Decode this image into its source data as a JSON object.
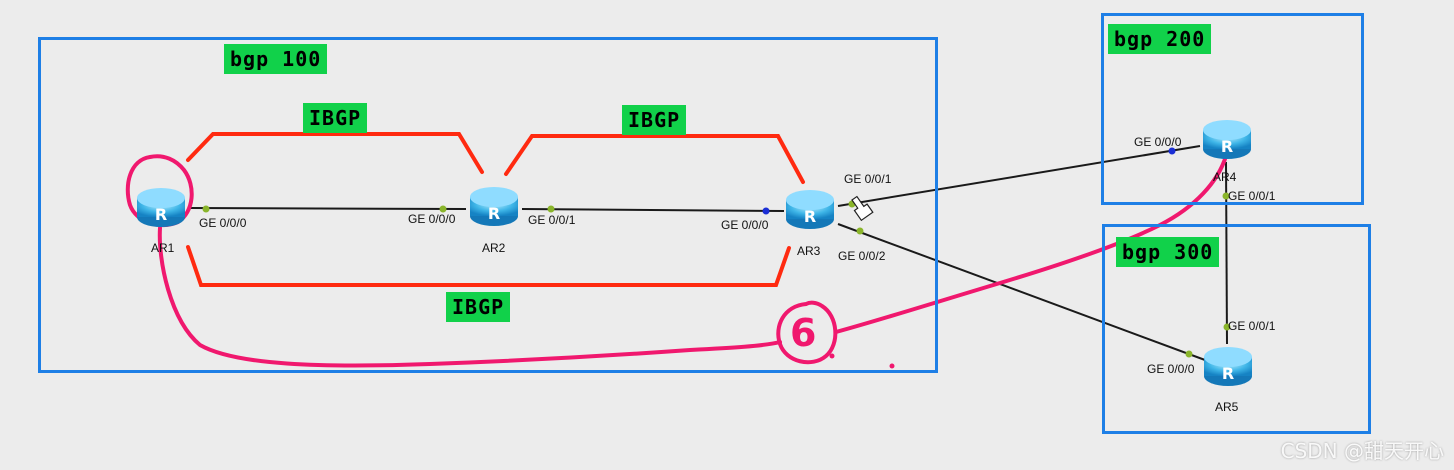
{
  "colors": {
    "box_border": "#1e7fe6",
    "label_bg": "#11d14a",
    "ibgp_line": "#ff2a10",
    "link_line": "#1a1a1a",
    "annotation": "#f0186e",
    "port_dot_green": "#8ab52b",
    "port_dot_blue": "#1b2fd6"
  },
  "as_domains": {
    "as100": "bgp 100",
    "as200": "bgp 200",
    "as300": "bgp 300"
  },
  "ibgp_labels": [
    "IBGP",
    "IBGP",
    "IBGP"
  ],
  "routers": {
    "ar1": {
      "name": "AR1",
      "icon": "router-icon",
      "glyph": "R"
    },
    "ar2": {
      "name": "AR2",
      "icon": "router-icon",
      "glyph": "R"
    },
    "ar3": {
      "name": "AR3",
      "icon": "router-icon",
      "glyph": "R"
    },
    "ar4": {
      "name": "AR4",
      "icon": "router-icon",
      "glyph": "R"
    },
    "ar5": {
      "name": "AR5",
      "icon": "router-icon",
      "glyph": "R"
    }
  },
  "ports": {
    "ar1_g0": "GE 0/0/0",
    "ar2_g0": "GE 0/0/0",
    "ar2_g1": "GE 0/0/1",
    "ar3_g0": "GE 0/0/0",
    "ar3_g1": "GE 0/0/1",
    "ar3_g2": "GE 0/0/2",
    "ar4_g0": "GE 0/0/0",
    "ar4_g1": "GE 0/0/1",
    "ar5_g0": "GE 0/0/0",
    "ar5_g1": "GE 0/0/1"
  },
  "annotation": {
    "number": "6",
    "icon": "pointer-hand-icon"
  },
  "watermark": "CSDN @甜天开心"
}
